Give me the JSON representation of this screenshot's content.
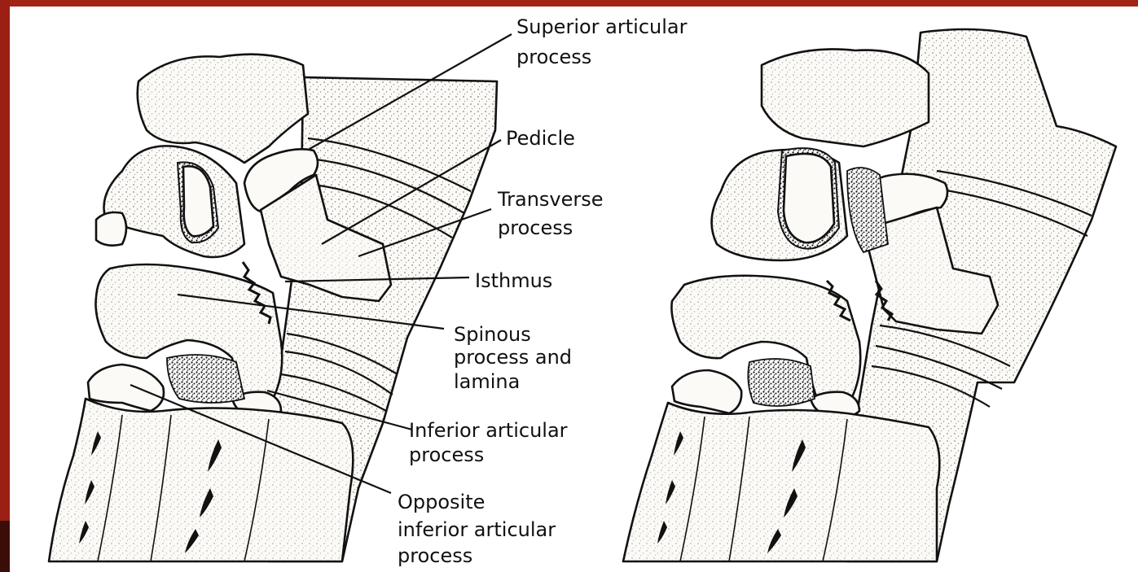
{
  "labels": {
    "superior_articular_1": "Superior articular",
    "superior_articular_2": "process",
    "pedicle": "Pedicle",
    "transverse_1": "Transverse",
    "transverse_2": "process",
    "isthmus": "Isthmus",
    "spinous_1": "Spinous",
    "spinous_2": "process and",
    "spinous_3": "lamina",
    "inferior_1": "Inferior articular",
    "inferior_2": "process",
    "opposite_1": "Opposite",
    "opposite_2": "inferior articular",
    "opposite_3": "process"
  },
  "colors": {
    "frame": "#8c1b10",
    "background": "#ffffff",
    "ink": "#111111"
  }
}
